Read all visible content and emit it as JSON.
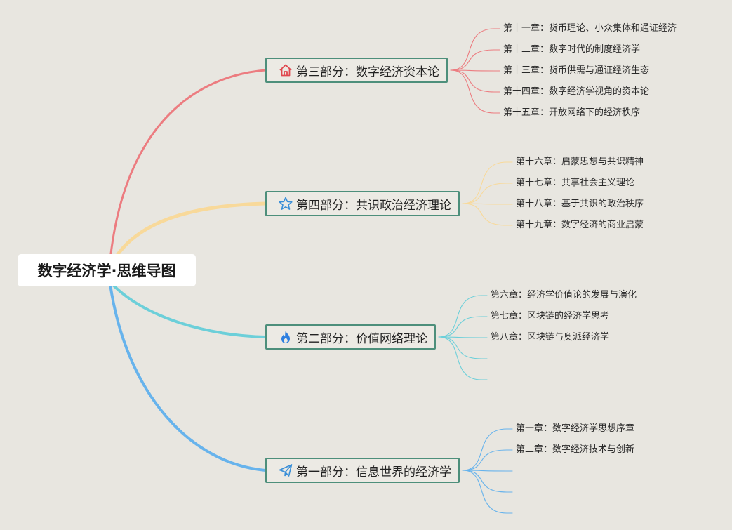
{
  "root": {
    "title": "数字经济学·思维导图"
  },
  "parts": [
    {
      "title": "第三部分：数字经济资本论",
      "icon": "home-icon",
      "color": "#ec7c80",
      "chapters": [
        "第十一章：货币理论、小众集体和通证经济",
        "第十二章：数字时代的制度经济学",
        "第十三章：货币供需与通证经济生态",
        "第十四章：数字经济学视角的资本论",
        "第十五章：开放网络下的经济秩序"
      ]
    },
    {
      "title": "第四部分：共识政治经济理论",
      "icon": "star-icon",
      "color": "#f8d99a",
      "chapters": [
        "第十六章：启蒙思想与共识精神",
        "第十七章：共享社会主义理论",
        "第十八章：基于共识的政治秩序",
        "第十九章：数字经济的商业启蒙"
      ]
    },
    {
      "title": "第二部分：价值网络理论",
      "icon": "flame-icon",
      "color": "#6ccfd9",
      "chapters": [
        "第六章：经济学价值论的发展与演化",
        "第七章：区块链的经济学思考",
        "第八章：区块链与奥派经济学",
        "",
        ""
      ]
    },
    {
      "title": "第一部分：信息世界的经济学",
      "icon": "paper-plane-icon",
      "color": "#67b3ec",
      "chapters": [
        "第一章：数字经济学思想序章",
        "第二章：数字经济技术与创新",
        "",
        "",
        ""
      ]
    }
  ]
}
